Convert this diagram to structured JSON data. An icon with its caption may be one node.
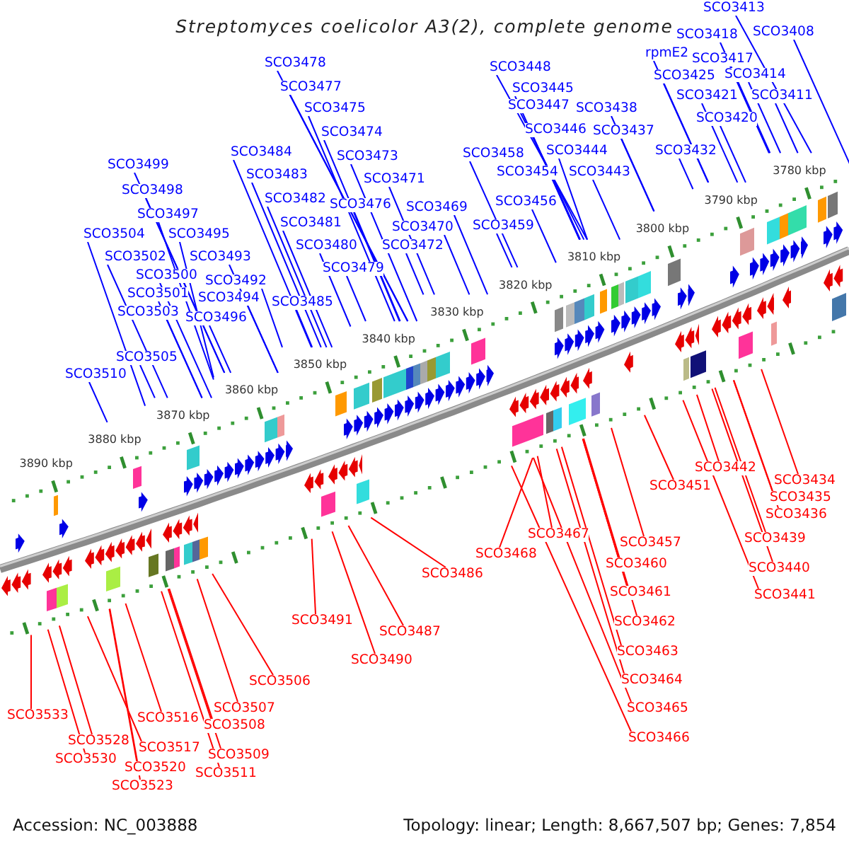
{
  "diagram": {
    "title": "Streptomyces coelicolor A3(2), complete genome",
    "nodes": [
      {
        "text": [
          "SCO3413"
        ]
      },
      {
        "text": [
          "SCO3408"
        ]
      },
      {
        "text": [
          "SCO3418"
        ]
      },
      {
        "text": [
          "rpmE2"
        ]
      },
      {
        "text": [
          "SCO3417"
        ]
      },
      {
        "text": [
          "SCO3478"
        ]
      },
      {
        "text": [
          "SCO3448"
        ]
      },
      {
        "text": [
          "SCO3414"
        ]
      },
      {
        "text": [
          "SCO3425"
        ]
      },
      {
        "text": [
          "SCO3477"
        ]
      },
      {
        "text": [
          "SCO3445"
        ]
      },
      {
        "text": [
          "SCO3421"
        ]
      },
      {
        "text": [
          "SCO3411"
        ]
      },
      {
        "text": [
          "SCO3447"
        ]
      },
      {
        "text": [
          "SCO3475"
        ]
      },
      {
        "text": [
          "SCO3438"
        ]
      },
      {
        "text": [
          "SCO3420"
        ]
      },
      {
        "text": [
          "SCO3446"
        ]
      },
      {
        "text": [
          "SCO3437"
        ]
      },
      {
        "text": [
          "SCO3474"
        ]
      },
      {
        "text": [
          "SCO3444"
        ]
      },
      {
        "text": [
          "SCO3432"
        ]
      },
      {
        "text": [
          "SCO3484"
        ]
      },
      {
        "text": [
          "SCO3458"
        ]
      },
      {
        "text": [
          "SCO3473"
        ]
      },
      {
        "text": [
          "SCO3499"
        ]
      },
      {
        "text": [
          "SCO3454"
        ]
      },
      {
        "text": [
          "SCO3443"
        ]
      },
      {
        "text": [
          "SCO3483"
        ]
      },
      {
        "text": [
          "SCO3471"
        ]
      },
      {
        "text": [
          "SCO3498"
        ]
      },
      {
        "text": [
          "SCO3482"
        ]
      },
      {
        "text": [
          "SCO3456"
        ]
      },
      {
        "text": [
          "SCO3476"
        ]
      },
      {
        "text": [
          "SCO3469"
        ]
      },
      {
        "text": [
          "SCO3497"
        ]
      },
      {
        "text": [
          "SCO3481"
        ]
      },
      {
        "text": [
          "SCO3459"
        ]
      },
      {
        "text": [
          "SCO3470"
        ]
      },
      {
        "text": [
          "SCO3504"
        ]
      },
      {
        "text": [
          "SCO3495"
        ]
      },
      {
        "text": [
          "SCO3480"
        ]
      },
      {
        "text": [
          "SCO3472"
        ]
      },
      {
        "text": [
          "SCO3502"
        ]
      },
      {
        "text": [
          "SCO3493"
        ]
      },
      {
        "text": [
          "SCO3479"
        ]
      },
      {
        "text": [
          "SCO3500"
        ]
      },
      {
        "text": [
          "SCO3492"
        ]
      },
      {
        "text": [
          "SCO3501"
        ]
      },
      {
        "text": [
          "SCO3494"
        ]
      },
      {
        "text": [
          "SCO3485"
        ]
      },
      {
        "text": [
          "SCO3503"
        ]
      },
      {
        "text": [
          "SCO3496"
        ]
      },
      {
        "text": [
          "SCO3505"
        ]
      },
      {
        "text": [
          "SCO3510"
        ]
      },
      {
        "text": [
          "SCO3442"
        ]
      },
      {
        "text": [
          "SCO3434"
        ]
      },
      {
        "text": [
          "SCO3451"
        ]
      },
      {
        "text": [
          "SCO3435"
        ]
      },
      {
        "text": [
          "SCO3436"
        ]
      },
      {
        "text": [
          "SCO3467"
        ]
      },
      {
        "text": [
          "SCO3439"
        ]
      },
      {
        "text": [
          "SCO3457"
        ]
      },
      {
        "text": [
          "SCO3468"
        ]
      },
      {
        "text": [
          "SCO3460"
        ]
      },
      {
        "text": [
          "SCO3440"
        ]
      },
      {
        "text": [
          "SCO3486"
        ]
      },
      {
        "text": [
          "SCO3461"
        ]
      },
      {
        "text": [
          "SCO3441"
        ]
      },
      {
        "text": [
          "SCO3491"
        ]
      },
      {
        "text": [
          "SCO3462"
        ]
      },
      {
        "text": [
          "SCO3487"
        ]
      },
      {
        "text": [
          "SCO3463"
        ]
      },
      {
        "text": [
          "SCO3490"
        ]
      },
      {
        "text": [
          "SCO3464"
        ]
      },
      {
        "text": [
          "SCO3506"
        ]
      },
      {
        "text": [
          "SCO3465"
        ]
      },
      {
        "text": [
          "SCO3507"
        ]
      },
      {
        "text": [
          "SCO3533"
        ]
      },
      {
        "text": [
          "SCO3516"
        ]
      },
      {
        "text": [
          "SCO3508"
        ]
      },
      {
        "text": [
          "SCO3466"
        ]
      },
      {
        "text": [
          "SCO3528"
        ]
      },
      {
        "text": [
          "SCO3517"
        ]
      },
      {
        "text": [
          "SCO3509"
        ]
      },
      {
        "text": [
          "SCO3530"
        ]
      },
      {
        "text": [
          "SCO3520"
        ]
      },
      {
        "text": [
          "SCO3511"
        ]
      },
      {
        "text": [
          "SCO3523"
        ]
      }
    ],
    "edges": [
      {
        "from": 0,
        "to": null,
        "arrow": "none"
      },
      {
        "from": 1,
        "to": null,
        "arrow": "none"
      },
      {
        "from": 2,
        "to": null,
        "arrow": "none"
      },
      {
        "from": 3,
        "to": null,
        "arrow": "none"
      },
      {
        "from": 4,
        "to": null,
        "arrow": "none"
      },
      {
        "from": 5,
        "to": null,
        "arrow": "none"
      },
      {
        "from": 6,
        "to": null,
        "arrow": "none"
      },
      {
        "from": 7,
        "to": null,
        "arrow": "none"
      },
      {
        "from": 8,
        "to": null,
        "arrow": "none"
      },
      {
        "from": 9,
        "to": null,
        "arrow": "none"
      },
      {
        "from": 10,
        "to": null,
        "arrow": "none"
      },
      {
        "from": 11,
        "to": null,
        "arrow": "none"
      },
      {
        "from": 12,
        "to": null,
        "arrow": "none"
      },
      {
        "from": 13,
        "to": null,
        "arrow": "none"
      },
      {
        "from": 14,
        "to": null,
        "arrow": "none"
      },
      {
        "from": 15,
        "to": null,
        "arrow": "none"
      },
      {
        "from": 16,
        "to": null,
        "arrow": "none"
      },
      {
        "from": 17,
        "to": null,
        "arrow": "none"
      },
      {
        "from": 18,
        "to": null,
        "arrow": "none"
      },
      {
        "from": 19,
        "to": null,
        "arrow": "none"
      },
      {
        "from": 20,
        "to": null,
        "arrow": "none"
      },
      {
        "from": 21,
        "to": null,
        "arrow": "none"
      },
      {
        "from": 22,
        "to": null,
        "arrow": "none"
      },
      {
        "from": 23,
        "to": null,
        "arrow": "none"
      },
      {
        "from": 24,
        "to": null,
        "arrow": "none"
      },
      {
        "from": 25,
        "to": null,
        "arrow": "none"
      },
      {
        "from": 26,
        "to": null,
        "arrow": "none"
      },
      {
        "from": 27,
        "to": null,
        "arrow": "none"
      },
      {
        "from": 28,
        "to": null,
        "arrow": "none"
      },
      {
        "from": 29,
        "to": null,
        "arrow": "none"
      },
      {
        "from": 30,
        "to": null,
        "arrow": "none"
      },
      {
        "from": 31,
        "to": null,
        "arrow": "none"
      },
      {
        "from": 32,
        "to": null,
        "arrow": "none"
      },
      {
        "from": 33,
        "to": null,
        "arrow": "none"
      },
      {
        "from": 34,
        "to": null,
        "arrow": "none"
      },
      {
        "from": 35,
        "to": null,
        "arrow": "none"
      },
      {
        "from": 36,
        "to": null,
        "arrow": "none"
      },
      {
        "from": 37,
        "to": null,
        "arrow": "none"
      },
      {
        "from": 38,
        "to": null,
        "arrow": "none"
      },
      {
        "from": 39,
        "to": null,
        "arrow": "none"
      },
      {
        "from": 40,
        "to": null,
        "arrow": "none"
      },
      {
        "from": 41,
        "to": null,
        "arrow": "none"
      },
      {
        "from": 42,
        "to": null,
        "arrow": "none"
      },
      {
        "from": 43,
        "to": null,
        "arrow": "none"
      },
      {
        "from": 44,
        "to": null,
        "arrow": "none"
      },
      {
        "from": 45,
        "to": null,
        "arrow": "none"
      },
      {
        "from": 46,
        "to": null,
        "arrow": "none"
      },
      {
        "from": 47,
        "to": null,
        "arrow": "none"
      },
      {
        "from": 48,
        "to": null,
        "arrow": "none"
      },
      {
        "from": 49,
        "to": null,
        "arrow": "none"
      },
      {
        "from": 50,
        "to": null,
        "arrow": "none"
      },
      {
        "from": 51,
        "to": null,
        "arrow": "none"
      },
      {
        "from": 52,
        "to": null,
        "arrow": "none"
      },
      {
        "from": 53,
        "to": null,
        "arrow": "none"
      },
      {
        "from": 54,
        "to": null,
        "arrow": "none"
      },
      {
        "from": 55,
        "to": null,
        "arrow": "none",
        "color": "#ff0000"
      },
      {
        "from": 56,
        "to": null,
        "arrow": "none",
        "color": "#ff0000"
      },
      {
        "from": 57,
        "to": null,
        "arrow": "none",
        "color": "#ff0000"
      },
      {
        "from": 58,
        "to": null,
        "arrow": "none",
        "color": "#ff0000"
      },
      {
        "from": 59,
        "to": null,
        "arrow": "none",
        "color": "#ff0000"
      },
      {
        "from": 60,
        "to": null,
        "arrow": "none",
        "color": "#ff0000"
      },
      {
        "from": 61,
        "to": null,
        "arrow": "none",
        "color": "#ff0000"
      },
      {
        "from": 62,
        "to": null,
        "arrow": "none",
        "color": "#ff0000"
      },
      {
        "from": 63,
        "to": null,
        "arrow": "none",
        "color": "#ff0000"
      },
      {
        "from": 64,
        "to": null,
        "arrow": "none",
        "color": "#ff0000"
      },
      {
        "from": 65,
        "to": null,
        "arrow": "none",
        "color": "#ff0000"
      },
      {
        "from": 66,
        "to": null,
        "arrow": "none",
        "color": "#ff0000"
      },
      {
        "from": 67,
        "to": null,
        "arrow": "none",
        "color": "#ff0000"
      },
      {
        "from": 68,
        "to": null,
        "arrow": "none",
        "color": "#ff0000"
      },
      {
        "from": 69,
        "to": null,
        "arrow": "none",
        "color": "#ff0000"
      },
      {
        "from": 70,
        "to": null,
        "arrow": "none",
        "color": "#ff0000"
      },
      {
        "from": 71,
        "to": null,
        "arrow": "none",
        "color": "#ff0000"
      },
      {
        "from": 72,
        "to": null,
        "arrow": "none",
        "color": "#ff0000"
      },
      {
        "from": 73,
        "to": null,
        "arrow": "none",
        "color": "#ff0000"
      },
      {
        "from": 74,
        "to": null,
        "arrow": "none",
        "color": "#ff0000"
      },
      {
        "from": 75,
        "to": null,
        "arrow": "none",
        "color": "#ff0000"
      },
      {
        "from": 76,
        "to": null,
        "arrow": "none",
        "color": "#ff0000"
      },
      {
        "from": 77,
        "to": null,
        "arrow": "none",
        "color": "#ff0000"
      },
      {
        "from": 78,
        "to": null,
        "arrow": "none",
        "color": "#ff0000"
      },
      {
        "from": 79,
        "to": null,
        "arrow": "none",
        "color": "#ff0000"
      },
      {
        "from": 80,
        "to": null,
        "arrow": "none",
        "color": "#ff0000"
      },
      {
        "from": 81,
        "to": null,
        "arrow": "none",
        "color": "#ff0000"
      },
      {
        "from": 82,
        "to": null,
        "arrow": "none",
        "color": "#ff0000"
      },
      {
        "from": 83,
        "to": null,
        "arrow": "none",
        "color": "#ff0000"
      },
      {
        "from": 84,
        "to": null,
        "arrow": "none",
        "color": "#ff0000"
      },
      {
        "from": 85,
        "to": null,
        "arrow": "none",
        "color": "#ff0000"
      },
      {
        "from": 86,
        "to": null,
        "arrow": "none",
        "color": "#ff0000"
      },
      {
        "from": 87,
        "to": null,
        "arrow": "none",
        "color": "#ff0000"
      },
      {
        "from": 88,
        "to": null,
        "arrow": "none",
        "color": "#ff0000"
      }
    ],
    "labels": [
      "3780 kbp",
      "3790 kbp",
      "3800 kbp",
      "3810 kbp",
      "3820 kbp",
      "3830 kbp",
      "3840 kbp",
      "3850 kbp",
      "3860 kbp",
      "3870 kbp",
      "3880 kbp",
      "3890 kbp",
      "Accession: NC_003888",
      "Topology: linear; Length: 8,667,507 bp; Genes: 7,854"
    ]
  }
}
